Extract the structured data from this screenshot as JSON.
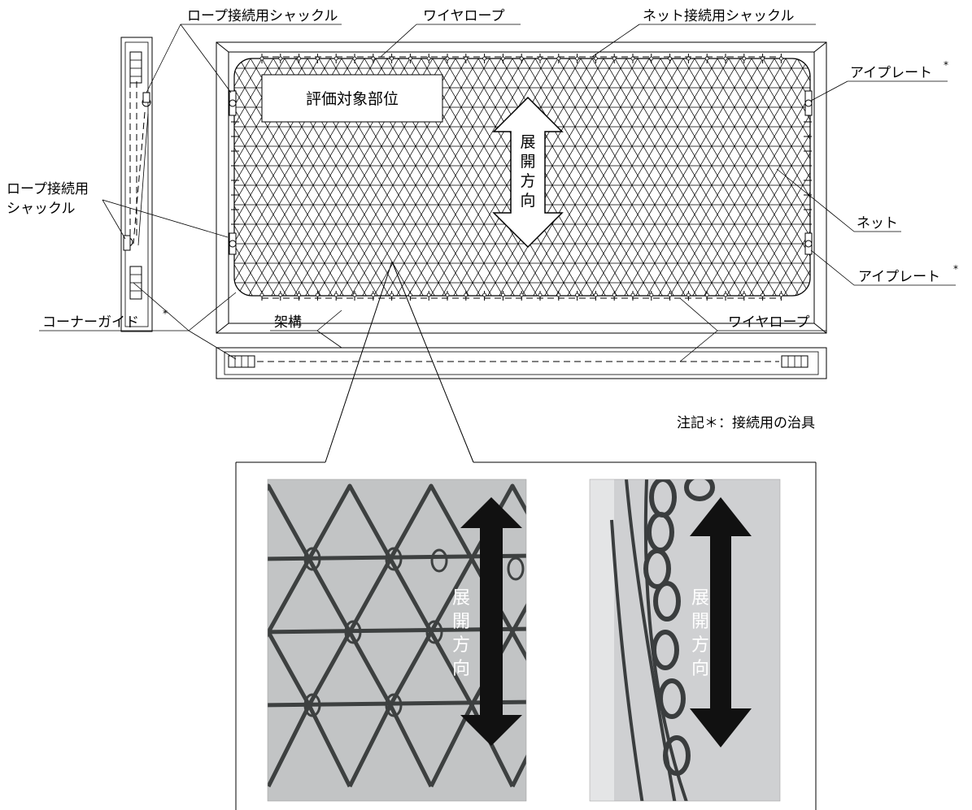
{
  "labels": {
    "rope_shackle_top": "ロープ接続用シャックル",
    "wire_rope_top": "ワイヤロープ",
    "net_shackle": "ネット接続用シャックル",
    "eye_plate_top": "アイプレート",
    "eye_plate_bottom": "アイプレート",
    "asterisk": "*",
    "eval_target": "評価対象部位",
    "deploy_direction": [
      "展",
      "開",
      "方",
      "向"
    ],
    "rope_shackle_left_line1": "ロープ接続用",
    "rope_shackle_left_line2": "シャックル",
    "net": "ネット",
    "corner_guide": "コーナーガイド",
    "frame": "架構",
    "wire_rope_bottom": "ワイヤロープ",
    "note": "注記＊：接続用の治具"
  },
  "photos": {
    "left": {
      "name": "net-mesh-front-photo",
      "bg": "#c8c9cb",
      "wire": "#3d4040"
    },
    "right": {
      "name": "net-mesh-side-photo",
      "bg": "#cfd0d2",
      "wire": "#3a3d3e"
    }
  }
}
